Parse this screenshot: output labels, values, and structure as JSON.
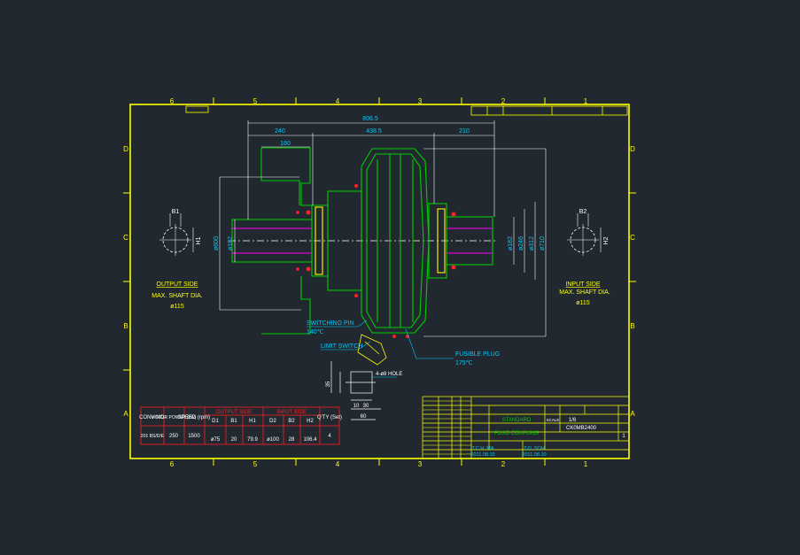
{
  "colors": {
    "background": "#212830",
    "frame": "#ffff00",
    "part": "#00cc00",
    "dimension": "#00ccff",
    "red": "#ff2020",
    "magenta": "#ff00ff",
    "white": "#ffffff"
  },
  "zones": {
    "columns_top": [
      "6",
      "5",
      "4",
      "3",
      "2",
      "1"
    ],
    "columns_bottom": [
      "6",
      "5",
      "4",
      "3",
      "2",
      "1"
    ],
    "rows_left": [
      "D",
      "C",
      "B",
      "A"
    ],
    "rows_right": [
      "D",
      "C",
      "B",
      "A"
    ]
  },
  "dimensions": {
    "overall_length": "806.5",
    "left_length": "240",
    "middle_length": "438.5",
    "right_length": "210",
    "hub_length": "180",
    "dia_left_shaft": "ø182",
    "dia_left_flange": "ø600",
    "dia_right_shaft": "ø182",
    "dia_right_bolt": "ø246",
    "dia_right_outer": "ø312",
    "dia_body": "ø710"
  },
  "left_detail": {
    "b_label": "B1",
    "h_label": "H1",
    "title": "OUTPUT SIDE",
    "shaft_text": "MAX. SHAFT DIA.",
    "shaft_dia": "ø115"
  },
  "right_detail": {
    "b_label": "B2",
    "h_label": "H2",
    "title": "INPUT SIDE",
    "shaft_text": "MAX. SHAFT DIA.",
    "shaft_dia": "ø115"
  },
  "callouts": {
    "switching_pin": "SWITCHING PIN",
    "switching_pin_temp": "140℃",
    "limit_switch": "LIMIT SWITCH",
    "fusible_plug": "FUSIBLE PLUG",
    "fusible_plug_temp": "175℃",
    "hole": "4-ø8 HOLE"
  },
  "small_detail": {
    "dim_a": "10",
    "dim_b": "30",
    "dim_c": "60",
    "dim_d": "35"
  },
  "spec_table": {
    "headers": [
      "CONV NO.",
      "MOTOR POWER (kW)",
      "SPEED (rpm)"
    ],
    "output_group": "OUTPUT SIDE",
    "input_group": "INPUT SIDE",
    "qty_header": "Q'TY (Set)",
    "sub_headers": [
      "D1",
      "B1",
      "H1",
      "D2",
      "B2",
      "H2"
    ],
    "row": [
      "201 BS/D/E",
      "250",
      "1500",
      "ø75",
      "20",
      "79.9",
      "ø100",
      "28",
      "106.4",
      "4"
    ]
  },
  "title_block": {
    "standard": "STANDARD",
    "drawing_title": "FLUID COUPLING",
    "scale_label": "SCALE",
    "scale": "1/6",
    "drawing_no": "CK0MB2400",
    "sheet": "1",
    "drawn_label": "T.C.H. MA",
    "drawn_date": "2011.08.10",
    "approved_label": "T.O. SOH",
    "approved_date": "2011.08.10"
  }
}
